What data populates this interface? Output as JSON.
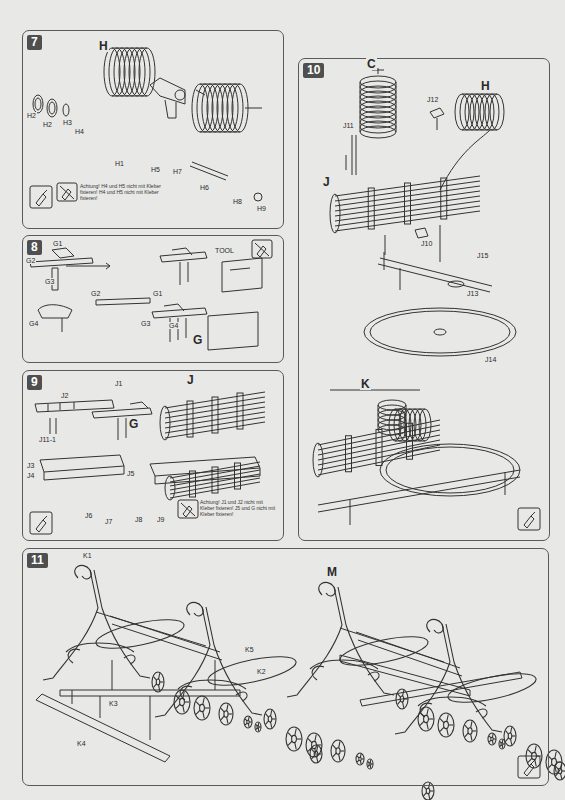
{
  "diagram": {
    "nodes": [
      {
        "text": [
          "7"
        ]
      },
      {
        "text": [
          "8"
        ]
      },
      {
        "text": [
          "9"
        ]
      },
      {
        "text": [
          "10"
        ]
      },
      {
        "text": [
          "11"
        ]
      }
    ],
    "labels": [
      "H",
      "H2",
      "H2",
      "H3",
      "H4",
      "H1",
      "H5",
      "H7",
      "H6",
      "H8",
      "H9",
      "Achtung! H4 und H5 nicht mit Kleber fixieren! H4 und H5 nicht mit Kleber fixieren!",
      "G1",
      "G2",
      "G3",
      "G4",
      "TOOL",
      "G2",
      "G1",
      "G4",
      "G3",
      "G",
      "J1",
      "J2",
      "G",
      "J",
      "J11-1",
      "J3",
      "J4",
      "J5",
      "J6",
      "J7",
      "J8",
      "J9",
      "Achtung! J1 und J2 nicht mit Kleber fixieren! J5 und G nicht mit Kleber fixieren!",
      "C",
      "J12",
      "H",
      "J11",
      "J",
      "J10",
      "J15",
      "J13",
      "J14",
      "K",
      "K1",
      "K5",
      "K2",
      "K3",
      "K4",
      "M"
    ]
  }
}
